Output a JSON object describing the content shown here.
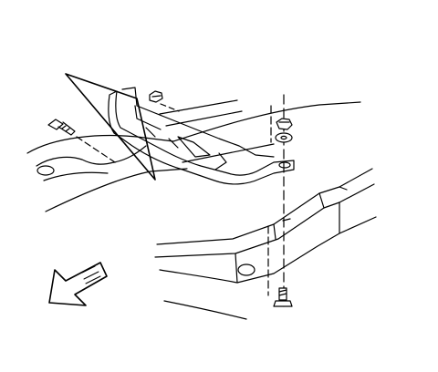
{
  "figure": {
    "kind": "exploded-view line drawing",
    "parts": [
      "frame-rail",
      "frame-crossmember",
      "mounting-bracket",
      "upper-nut",
      "washer",
      "lower-bolt",
      "side-bolt",
      "top-nut",
      "detail-callout-triangle",
      "front-direction-arrow"
    ],
    "line_color": "#000000",
    "fill_color": "#ffffff"
  }
}
